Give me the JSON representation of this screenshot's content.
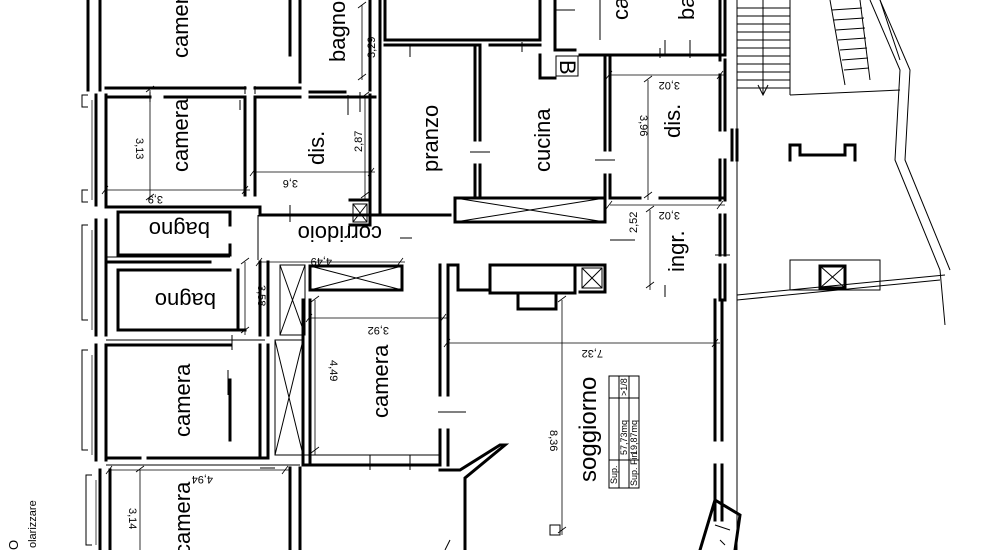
{
  "rooms": {
    "camera_top": "camera",
    "bagno_top": "bagno",
    "camera_top_right": "ca",
    "bagno_top_right": "ba",
    "camera_left1": "camera",
    "dis_left": "dis.",
    "pranzo": "pranzo",
    "cucina": "cucina",
    "dis_right": "dis.",
    "bagno_left1": "bagno",
    "corridoio": "corridoio",
    "ingr": "ingr.",
    "bagno_left2": "bagno",
    "camera_left2": "camera",
    "camera_center": "camera",
    "soggiorno": "soggiorno",
    "camera_bottom": "camera",
    "marker_b": "B"
  },
  "dimensions": {
    "d329": "3,29",
    "d302a": "3,02",
    "d313": "3,13",
    "d287": "2,87",
    "d396": "3,96",
    "d39": "3,9",
    "d36": "3,6",
    "d302b": "3,02",
    "d252": "2,52",
    "d449a": "4,49",
    "d358": "3,58",
    "d392": "3,92",
    "d732": "7,32",
    "d449b": "4,49",
    "d836": "8,36",
    "d494": "4,94",
    "d314": "3,14"
  },
  "table": {
    "r1c1": "Sup.",
    "r1c2": "57,73mq",
    "r1c3": ">1/8",
    "r2c1": "Sup. Fin",
    "r2c2": "19,87mq"
  },
  "margin_text": {
    "label": "olarizzare",
    "mark": "O"
  }
}
